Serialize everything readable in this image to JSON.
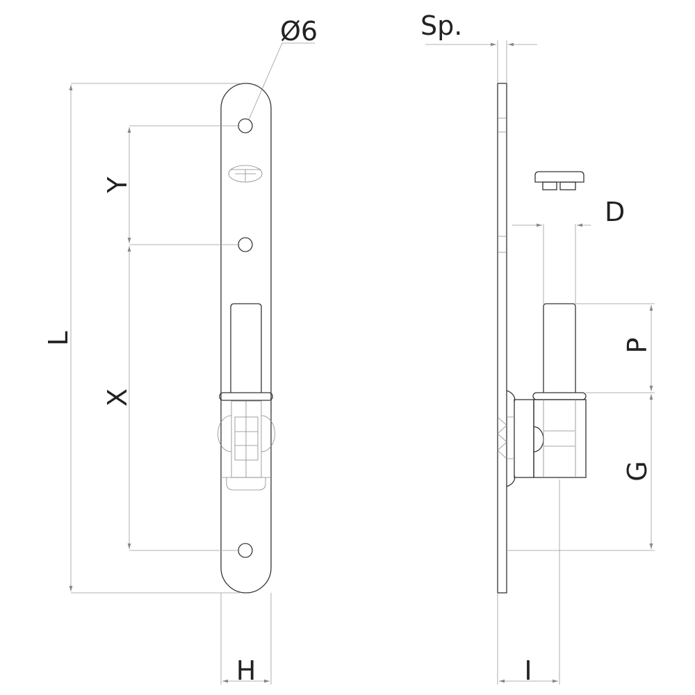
{
  "labels": {
    "hole_diameter": "Ø6",
    "thickness": "Sp.",
    "length": "L",
    "hole_spacing_y": "Y",
    "hole_spacing_x": "X",
    "width": "H",
    "pin_diameter": "D",
    "pin_height": "P",
    "knuckle_height": "G",
    "offset": "I"
  }
}
